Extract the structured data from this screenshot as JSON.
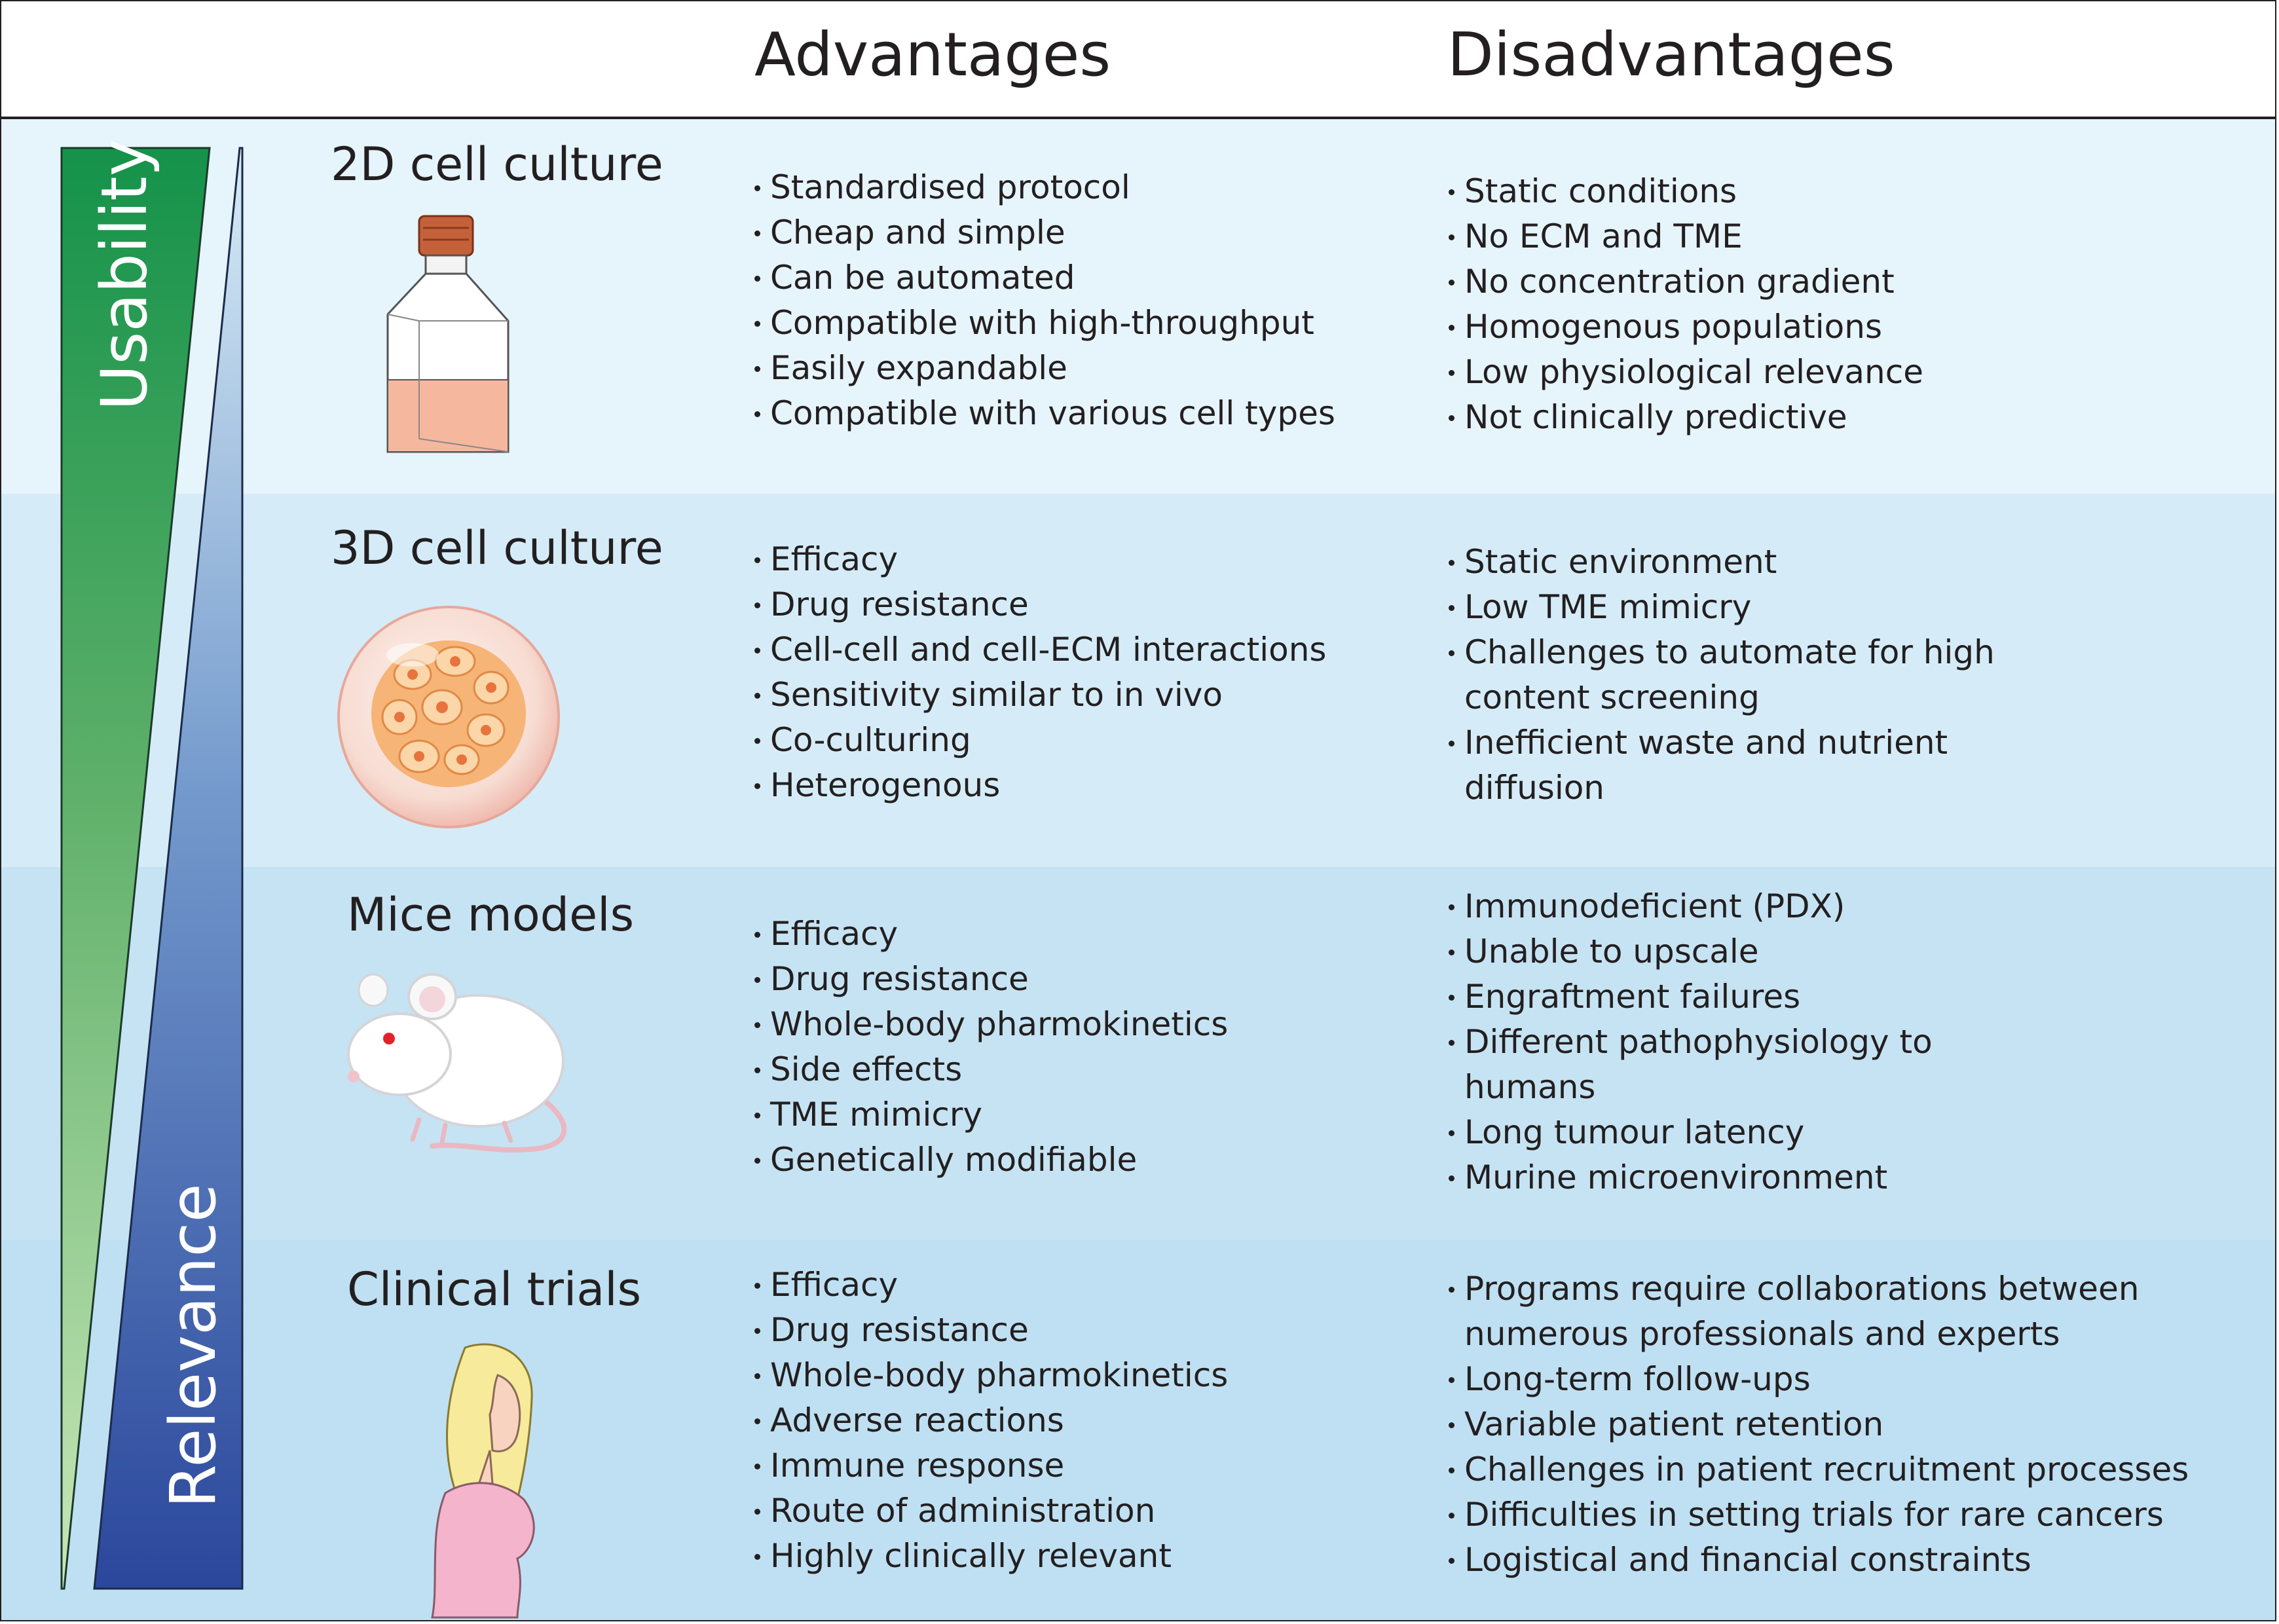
{
  "columns": {
    "advantages": "Advantages",
    "disadvantages": "Disadvantages"
  },
  "scale": {
    "top_label": "Usability",
    "bottom_label": "Relevance",
    "top_color": "#1a9a4e",
    "bottom_color": "#2e4fa3"
  },
  "colors": {
    "band_light": "#e6f4fb",
    "band_mid": "#d5ecf8",
    "band_dark": "#c6e3f3"
  },
  "rows": [
    {
      "title": "2D cell culture",
      "icon": "cell-culture-flask-icon",
      "advantages": [
        "Standardised protocol",
        "Cheap and simple",
        "Can be automated",
        "Compatible with high-throughput",
        "Easily expandable",
        "Compatible with various cell types"
      ],
      "disadvantages": [
        "Static conditions",
        "No ECM and TME",
        "No concentration gradient",
        "Homogenous populations",
        "Low physiological relevance",
        "Not clinically predictive"
      ]
    },
    {
      "title": "3D cell culture",
      "icon": "spheroid-icon",
      "advantages": [
        "Efficacy",
        "Drug resistance",
        "Cell-cell and cell-ECM interactions",
        "Sensitivity similar to in vivo",
        "Co-culturing",
        "Heterogenous"
      ],
      "disadvantages": [
        "Static environment",
        "Low TME mimicry",
        "Challenges to automate for high content screening",
        "Inefficient waste and nutrient diffusion"
      ]
    },
    {
      "title": "Mice models",
      "icon": "mouse-icon",
      "advantages": [
        "Efficacy",
        "Drug resistance",
        "Whole-body pharmokinetics",
        "Side effects",
        "TME mimicry",
        "Genetically modifiable"
      ],
      "disadvantages": [
        "Immunodeficient (PDX)",
        "Unable to upscale",
        "Engraftment failures",
        "Different pathophysiology to humans",
        "Long tumour latency",
        "Murine microenvironment"
      ]
    },
    {
      "title": "Clinical trials",
      "icon": "patient-icon",
      "advantages": [
        "Efficacy",
        "Drug resistance",
        "Whole-body pharmokinetics",
        "Adverse reactions",
        "Immune response",
        "Route of administration",
        "Highly clinically relevant"
      ],
      "disadvantages": [
        "Programs require collaborations between numerous professionals and experts",
        "Long-term follow-ups",
        "Variable patient retention",
        "Challenges in  patient recruitment processes",
        "Difficulties in setting trials for rare cancers",
        "Logistical and financial constraints"
      ]
    }
  ]
}
